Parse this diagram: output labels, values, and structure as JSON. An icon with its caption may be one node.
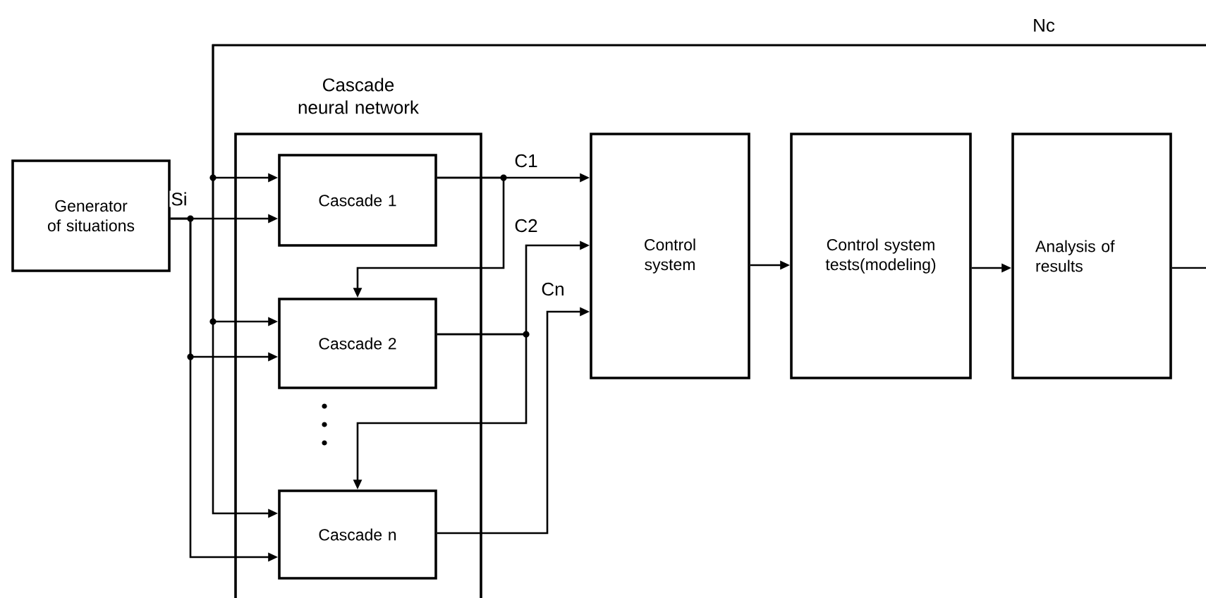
{
  "diagram": {
    "nodes": [
      {
        "text": [
          "Generator of situations"
        ]
      },
      {
        "text": [
          "Cascade neural network"
        ]
      },
      {
        "text": [
          "Cascade 1"
        ],
        "in": 1
      },
      {
        "text": [
          "Cascade 2"
        ],
        "in": 1
      },
      {
        "text": [
          "Cascade n"
        ],
        "in": 1
      },
      {
        "text": [
          "Control system"
        ]
      },
      {
        "text": [
          "Control system tests(modeling)"
        ]
      },
      {
        "text": [
          "Analysis of results"
        ]
      }
    ],
    "edges": [
      {
        "from": 0,
        "to": 2,
        "arrow": "to",
        "label": "Si"
      },
      {
        "from": 0,
        "to": 3,
        "arrow": "to"
      },
      {
        "from": 0,
        "to": 4,
        "arrow": "to"
      },
      {
        "from": null,
        "to": 2,
        "arrow": "to",
        "label": "Nc"
      },
      {
        "from": null,
        "to": 3,
        "arrow": "to"
      },
      {
        "from": null,
        "to": 4,
        "arrow": "to"
      },
      {
        "from": 2,
        "to": 5,
        "arrow": "to",
        "label": "C1"
      },
      {
        "from": 2,
        "to": 3,
        "arrow": "to"
      },
      {
        "from": 3,
        "to": 5,
        "arrow": "to",
        "label": "C2"
      },
      {
        "from": 3,
        "to": 4,
        "arrow": "to"
      },
      {
        "from": 4,
        "to": 5,
        "arrow": "to",
        "label": "Cn"
      },
      {
        "from": 5,
        "to": 6,
        "arrow": "to"
      },
      {
        "from": 6,
        "to": 7,
        "arrow": "to"
      },
      {
        "from": 7,
        "to": null,
        "arrow": "none"
      }
    ]
  }
}
